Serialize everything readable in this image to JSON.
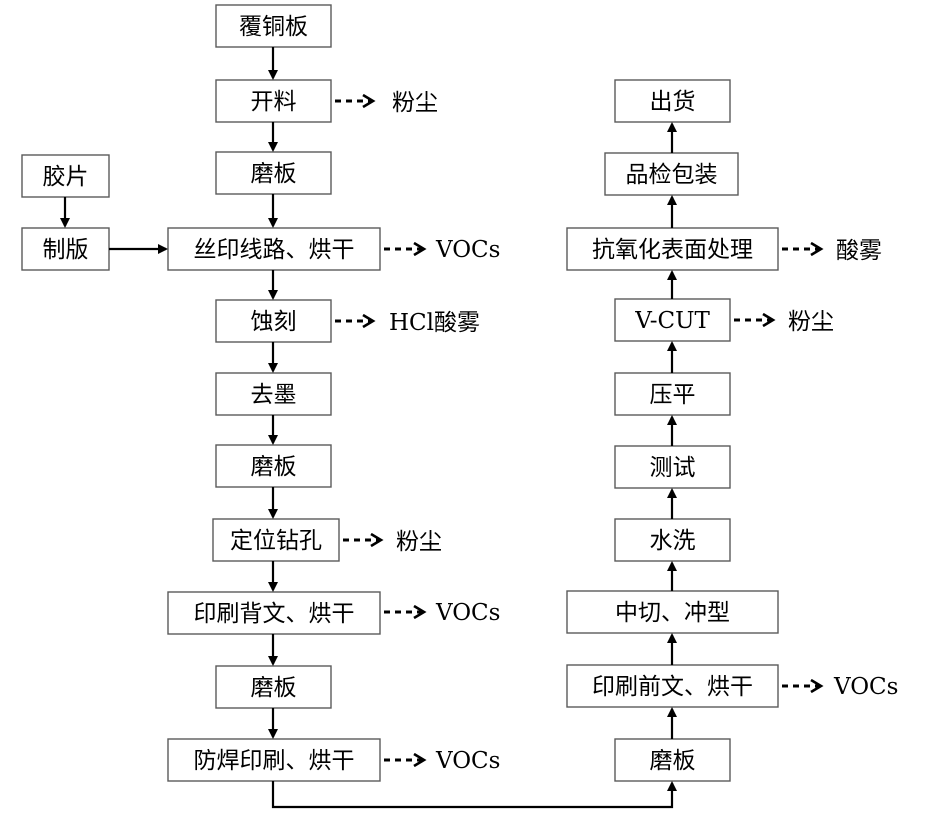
{
  "left_column": [
    "覆铜板",
    "开料",
    "磨板",
    "丝印线路、烘干",
    "蚀刻",
    "去墨",
    "磨板",
    "定位钻孔",
    "印刷背文、烘干",
    "磨板",
    "防焊印刷、烘干"
  ],
  "side_column": [
    "胶片",
    "制版"
  ],
  "right_column": [
    "磨板",
    "印刷前文、烘干",
    "中切、冲型",
    "水洗",
    "测试",
    "压平",
    "V-CUT",
    "抗氧化表面处理",
    "品检包装",
    "出货"
  ],
  "emissions": {
    "kailiao": "粉尘",
    "siyin": "VOCs",
    "shike": "HCl酸雾",
    "zuankong": "粉尘",
    "beiwen": "VOCs",
    "fanghan": "VOCs",
    "qianwen": "VOCs",
    "vcut": "粉尘",
    "kangyanghua": "酸雾"
  }
}
